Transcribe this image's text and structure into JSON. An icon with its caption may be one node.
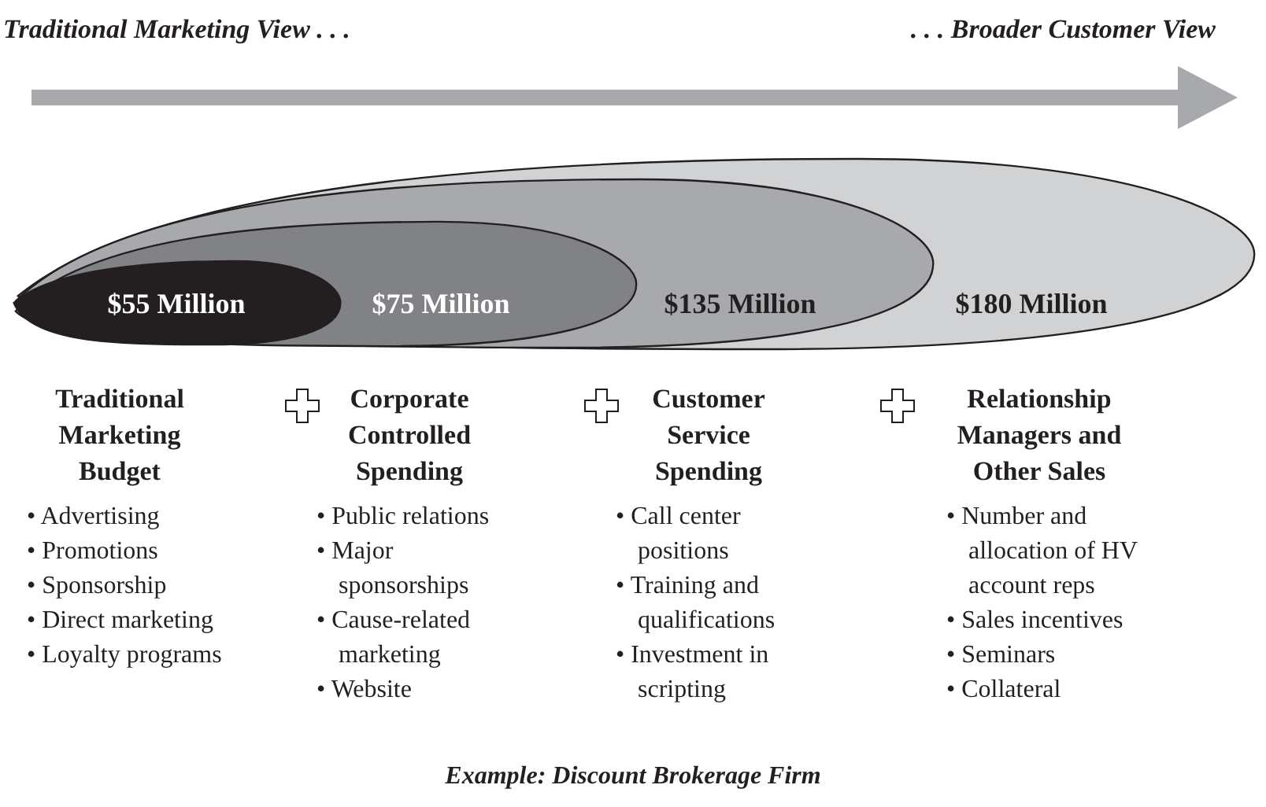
{
  "diagram": {
    "caption": "Example: Discount Brokerage Firm",
    "nodes": [
      {
        "text": [
          "$180 Million"
        ]
      },
      {
        "text": [
          "$135 Million"
        ],
        "in": 0
      },
      {
        "text": [
          "$75 Million"
        ],
        "in": 1
      },
      {
        "text": [
          "$55 Million"
        ],
        "in": 2
      }
    ],
    "labels": [
      "Traditional Marketing View . . .",
      ". . . Broader Customer View",
      "Traditional Marketing Budget",
      "• Advertising",
      "• Promotions",
      "• Sponsorship",
      "• Direct marketing",
      "• Loyalty programs",
      "Corporate Controlled Spending",
      "• Public relations",
      "• Major sponsorships",
      "• Cause-related marketing",
      "• Website",
      "Customer Service Spending",
      "• Call center positions",
      "• Training and qualifications",
      "• Investment in scripting",
      "Relationship Managers and Other Sales",
      "• Number and allocation of HV account reps",
      "• Sales incentives",
      "• Seminars",
      "• Collateral"
    ]
  }
}
